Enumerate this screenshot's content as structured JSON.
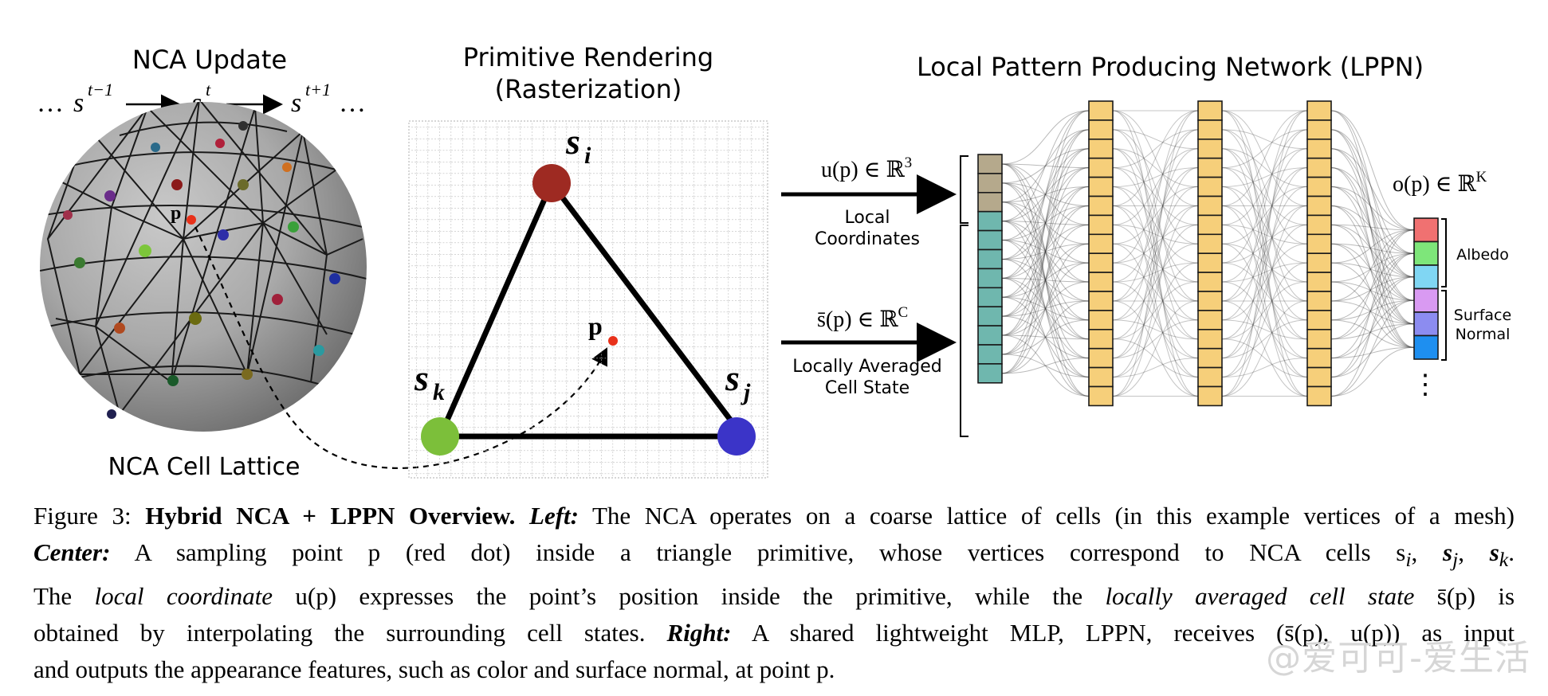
{
  "figure": {
    "left_panel": {
      "title": "NCA Update",
      "sequence": {
        "prefix": "…",
        "s_prev": "s",
        "sup_prev": "t−1",
        "s_cur": "s",
        "sup_cur": "t",
        "s_next": "s",
        "sup_next": "t+1",
        "suffix": "…"
      },
      "point_label": "p",
      "bottom_label": "NCA Cell Lattice"
    },
    "center_panel": {
      "title_line1": "Primitive Rendering",
      "title_line2": "(Rasterization)",
      "vertex_i": {
        "base": "s",
        "sub": "i",
        "color": "#9e2a22"
      },
      "vertex_j": {
        "base": "s",
        "sub": "j",
        "color": "#3b34c8"
      },
      "vertex_k": {
        "base": "s",
        "sub": "k",
        "color": "#7cbf3a"
      },
      "point_label": "p"
    },
    "right_panel": {
      "title": "Local Pattern Producing Network (LPPN)",
      "input_u": {
        "formula": "u(p) ∈ ℝ",
        "sup": "3",
        "label_line1": "Local",
        "label_line2": "Coordinates"
      },
      "input_s": {
        "formula": "s̄(p) ∈ ℝ",
        "sup": "C",
        "label_line1": "Locally Averaged",
        "label_line2": "Cell State"
      },
      "output": {
        "formula": "o(p) ∈ ℝ",
        "sup": "K"
      },
      "output_groups": [
        {
          "label_line1": "Albedo",
          "label_line2": ""
        },
        {
          "label_line1": "Surface",
          "label_line2": "Normal"
        }
      ],
      "ellipsis": "⋮",
      "colors": {
        "input_u_cell": "#b5a98c",
        "input_s_cell": "#6fb7ae",
        "hidden_cell": "#f6cf7a",
        "outputs": [
          "#f07171",
          "#7ee67a",
          "#80d6f3",
          "#d99af2",
          "#8c8cf0",
          "#1e8ff0"
        ]
      }
    }
  },
  "caption": {
    "fig_label": "Figure 3:",
    "title": "Hybrid NCA + LPPN Overview.",
    "left_label": "Left:",
    "left_text": "The NCA operates on a coarse lattice of cells (in this example vertices of a mesh)",
    "center_label": "Center:",
    "center_text": "A sampling point p (red dot) inside a triangle primitive, whose vertices correspond to NCA cells s",
    "line3_a": "The",
    "local_coord": "local coordinate",
    "line3_b": "u(p) expresses the point’s position inside the primitive, while the",
    "local_avg": "locally averaged cell state",
    "line3_c": "s̄(p) is",
    "line4_a": "obtained by interpolating the surrounding cell states.",
    "right_label": "Right:",
    "line4_b": "A shared lightweight MLP, LPPN, receives (s̄(p), u(p)) as input",
    "line5": "and outputs the appearance features, such as color and surface normal, at point p."
  },
  "watermark": "@爱可可-爱生活"
}
